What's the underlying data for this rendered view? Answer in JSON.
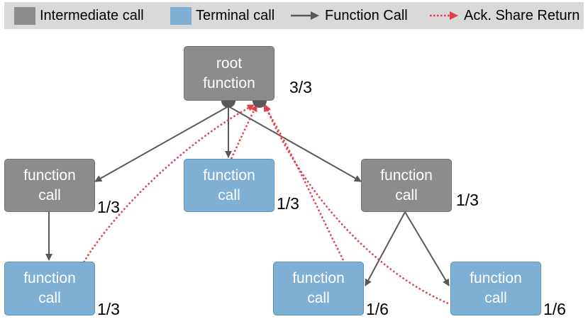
{
  "legend": {
    "intermediate": "Intermediate call",
    "terminal": "Terminal call",
    "call": "Function Call",
    "ack": "Ack. Share Return"
  },
  "colors": {
    "intermediate": "#8c8c8c",
    "terminal": "#7eb0d5",
    "call_arrow": "#595959",
    "ack_arrow": "#e0404a"
  },
  "nodes": {
    "root": {
      "line1": "root",
      "line2": "function",
      "share": "3/3"
    },
    "left": {
      "line1": "function",
      "line2": "call",
      "share": "1/3"
    },
    "middle": {
      "line1": "function",
      "line2": "call",
      "share": "1/3"
    },
    "right": {
      "line1": "function",
      "line2": "call",
      "share": "1/3"
    },
    "left_child": {
      "line1": "function",
      "line2": "call",
      "share": "1/3"
    },
    "right_child_a": {
      "line1": "function",
      "line2": "call",
      "share": "1/6"
    },
    "right_child_b": {
      "line1": "function",
      "line2": "call",
      "share": "1/6"
    }
  }
}
